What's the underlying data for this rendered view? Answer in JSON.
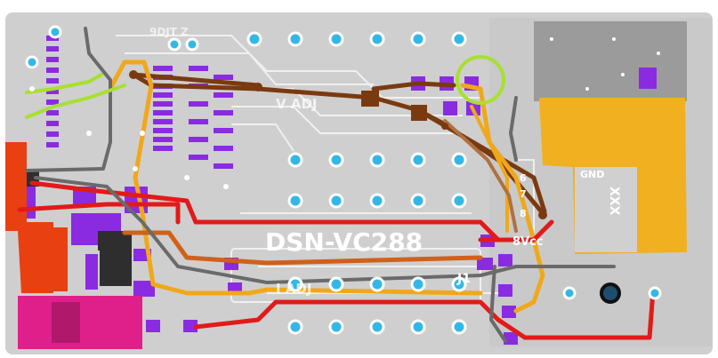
{
  "board": {
    "name": "DSN-VC288",
    "labels": {
      "vcc": "8Vcc",
      "top_faint": "9DJT Z",
      "vadj": "V ADJ",
      "iadj": "I ADJ",
      "gnd": "GND",
      "xxx": "XXX",
      "j1": "J1",
      "pin6": "6",
      "pin7": "7",
      "pin8": "8"
    }
  },
  "colors": {
    "board": "#cfcfcf",
    "board_dark": "#b9b9b9",
    "hole_fill": "#33b8e6",
    "hole_ring": "#ffffff",
    "pad_purple": "#8a2be2",
    "trace_red": "#e21a1a",
    "trace_brown": "#7a3a10",
    "trace_orange": "#f0a81a",
    "trace_darkorange": "#d0601a",
    "trace_gray": "#6a6a6a",
    "trace_lime": "#a8e030",
    "trace_lightbrown": "#b07040",
    "highlight_circle": "#a8e030",
    "connector_magenta": "#e0208a",
    "fill_orange": "#f0b020",
    "fill_red": "#e84010"
  },
  "icons": {
    "highlight": "green-circle-highlight"
  }
}
